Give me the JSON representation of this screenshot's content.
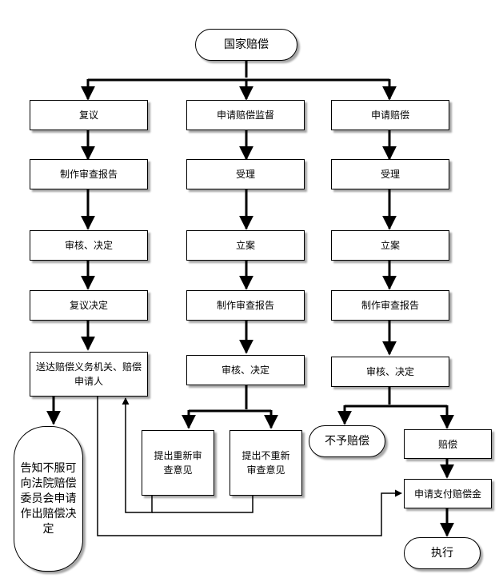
{
  "root": "国家赔偿",
  "left": {
    "step1": "复议",
    "step2": "制作审查报告",
    "step3": "审核、决定",
    "step4": "复议决定",
    "step5": "送达赔偿义务机关、赔偿申请人",
    "step6": "告知不服可向法院赔偿委员会申请作出赔偿决定"
  },
  "middle": {
    "step1": "申请赔偿监督",
    "step2": "受理",
    "step3": "立案",
    "step4": "制作审查报告",
    "step5": "审核、决定",
    "opt_a": "提出重新审查意见",
    "opt_b": "提出不重新审查意见"
  },
  "right": {
    "step1": "申请赔偿",
    "step2": "受理",
    "step3": "立案",
    "step4": "制作审查报告",
    "step5": "审核、决定",
    "no_comp": "不予赔偿",
    "comp": "赔偿",
    "apply_pay": "申请支付赔偿金",
    "execute": "执行"
  }
}
